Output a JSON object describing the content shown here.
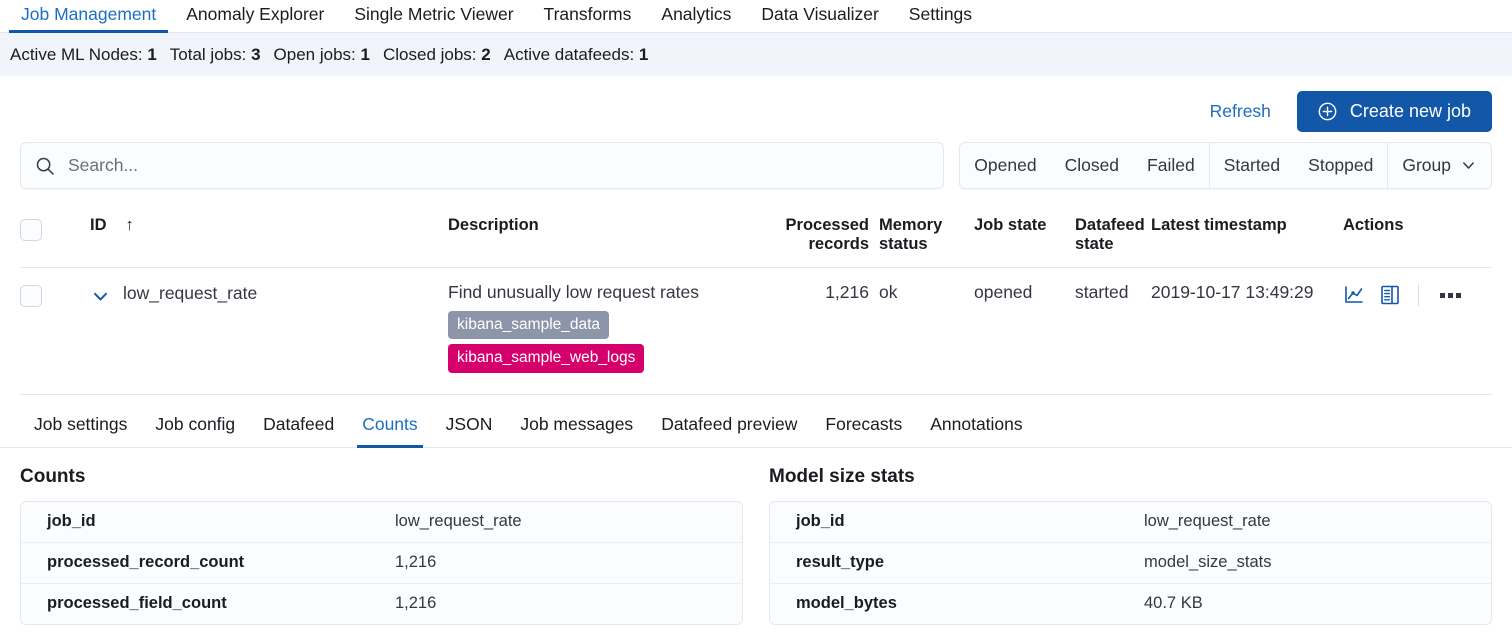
{
  "nav": {
    "tabs": [
      {
        "label": "Job Management",
        "active": true
      },
      {
        "label": "Anomaly Explorer",
        "active": false
      },
      {
        "label": "Single Metric Viewer",
        "active": false
      },
      {
        "label": "Transforms",
        "active": false
      },
      {
        "label": "Analytics",
        "active": false
      },
      {
        "label": "Data Visualizer",
        "active": false
      },
      {
        "label": "Settings",
        "active": false
      }
    ]
  },
  "stats": [
    {
      "label": "Active ML Nodes:",
      "value": "1"
    },
    {
      "label": "Total jobs:",
      "value": "3"
    },
    {
      "label": "Open jobs:",
      "value": "1"
    },
    {
      "label": "Closed jobs:",
      "value": "2"
    },
    {
      "label": "Active datafeeds:",
      "value": "1"
    }
  ],
  "toolbar": {
    "refresh_label": "Refresh",
    "create_label": "Create new job",
    "create_icon": "plus-in-circle-icon",
    "accent_color": "#1257a8"
  },
  "search": {
    "placeholder": "Search...",
    "value": "",
    "icon": "search-icon"
  },
  "filters": {
    "buttons": [
      "Opened",
      "Closed",
      "Failed",
      "Started",
      "Stopped"
    ],
    "group_label": "Group",
    "group_icon": "chevron-down-icon"
  },
  "table": {
    "headers": {
      "id": "ID",
      "id_sort": "↑",
      "description": "Description",
      "processed_line1": "Processed",
      "processed_line2": "records",
      "memory_line1": "Memory",
      "memory_line2": "status",
      "job_state": "Job state",
      "datafeed_line1": "Datafeed",
      "datafeed_line2": "state",
      "latest_timestamp": "Latest timestamp",
      "actions": "Actions"
    },
    "rows": [
      {
        "id": "low_request_rate",
        "description": "Find unusually low request rates",
        "badges": [
          {
            "label": "kibana_sample_data",
            "color": "#8d96a9"
          },
          {
            "label": "kibana_sample_web_logs",
            "color": "#d5006b"
          }
        ],
        "processed_records": "1,216",
        "memory_status": "ok",
        "job_state": "opened",
        "datafeed_state": "started",
        "latest_timestamp": "2019-10-17 13:49:29",
        "actions": [
          "single-metric-viewer-icon",
          "anomaly-explorer-icon",
          "more-actions-icon"
        ]
      }
    ]
  },
  "sub_tabs": [
    {
      "label": "Job settings",
      "active": false
    },
    {
      "label": "Job config",
      "active": false
    },
    {
      "label": "Datafeed",
      "active": false
    },
    {
      "label": "Counts",
      "active": true
    },
    {
      "label": "JSON",
      "active": false
    },
    {
      "label": "Job messages",
      "active": false
    },
    {
      "label": "Datafeed preview",
      "active": false
    },
    {
      "label": "Forecasts",
      "active": false
    },
    {
      "label": "Annotations",
      "active": false
    }
  ],
  "panes": [
    {
      "title": "Counts",
      "rows": [
        {
          "key": "job_id",
          "value": "low_request_rate"
        },
        {
          "key": "processed_record_count",
          "value": "1,216"
        },
        {
          "key": "processed_field_count",
          "value": "1,216"
        }
      ]
    },
    {
      "title": "Model size stats",
      "rows": [
        {
          "key": "job_id",
          "value": "low_request_rate"
        },
        {
          "key": "result_type",
          "value": "model_size_stats"
        },
        {
          "key": "model_bytes",
          "value": "40.7 KB"
        }
      ]
    }
  ]
}
